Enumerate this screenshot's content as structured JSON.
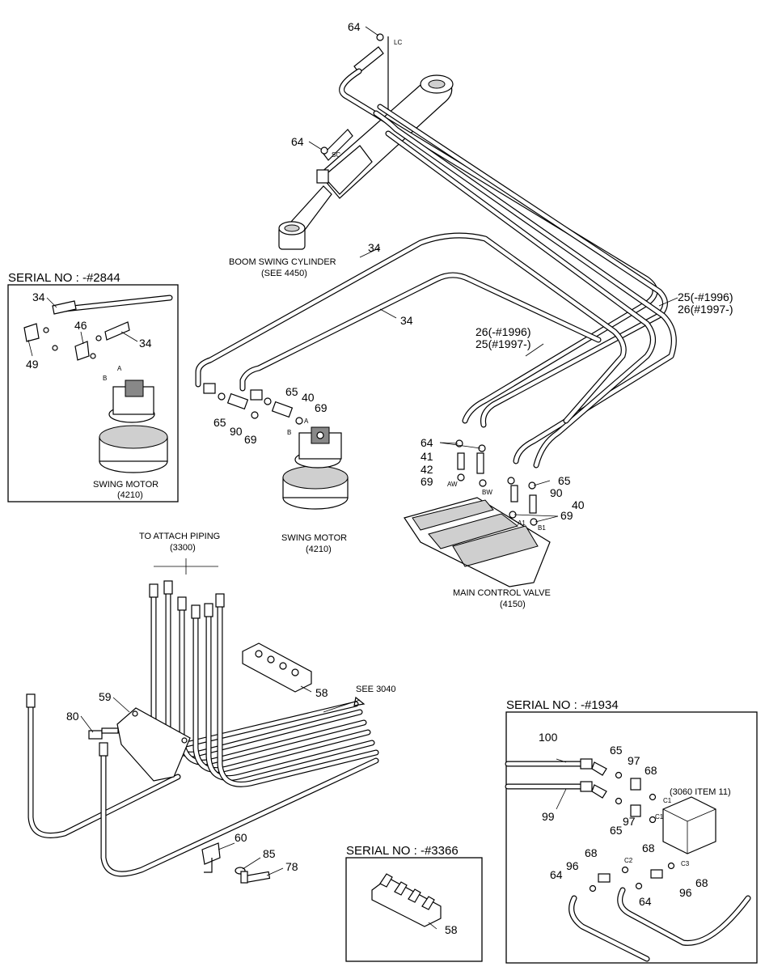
{
  "labels": {
    "boom_swing_cylinder": "BOOM SWING CYLINDER",
    "see_4450": "(SEE 4450)",
    "swing_motor": "SWING MOTOR",
    "ref_4210": "(4210)",
    "main_control_valve": "MAIN CONTROL VALVE",
    "ref_4150": "(4150)",
    "to_attach_piping": "TO ATTACH PIPING",
    "ref_3300": "(3300)",
    "see_3040": "SEE 3040",
    "item_3060_11": "(3060 ITEM 11)"
  },
  "serials": {
    "s2844": "SERIAL NO : -#2844",
    "s1934": "SERIAL NO : -#1934",
    "s3366": "SERIAL NO : -#3366"
  },
  "ports": {
    "lc": "LC",
    "sc": "SC",
    "a": "A",
    "b": "B",
    "aw": "AW",
    "bw": "BW",
    "a1": "A1",
    "b1": "B1",
    "c1": "C1",
    "c2": "C2",
    "c3": "C3"
  },
  "parts": {
    "p64": "64",
    "p34": "34",
    "p65": "65",
    "p40": "40",
    "p69": "69",
    "p90": "90",
    "p25a": "25(-#1996)",
    "p26a": "26(#1997-)",
    "p26b": "26(-#1996)",
    "p25b": "25(#1997-)",
    "p41": "41",
    "p42": "42",
    "p46": "46",
    "p49": "49",
    "p58": "58",
    "p59": "59",
    "p80": "80",
    "p60": "60",
    "p85": "85",
    "p78": "78",
    "p100": "100",
    "p99": "99",
    "p97": "97",
    "p68": "68",
    "p96": "96"
  }
}
